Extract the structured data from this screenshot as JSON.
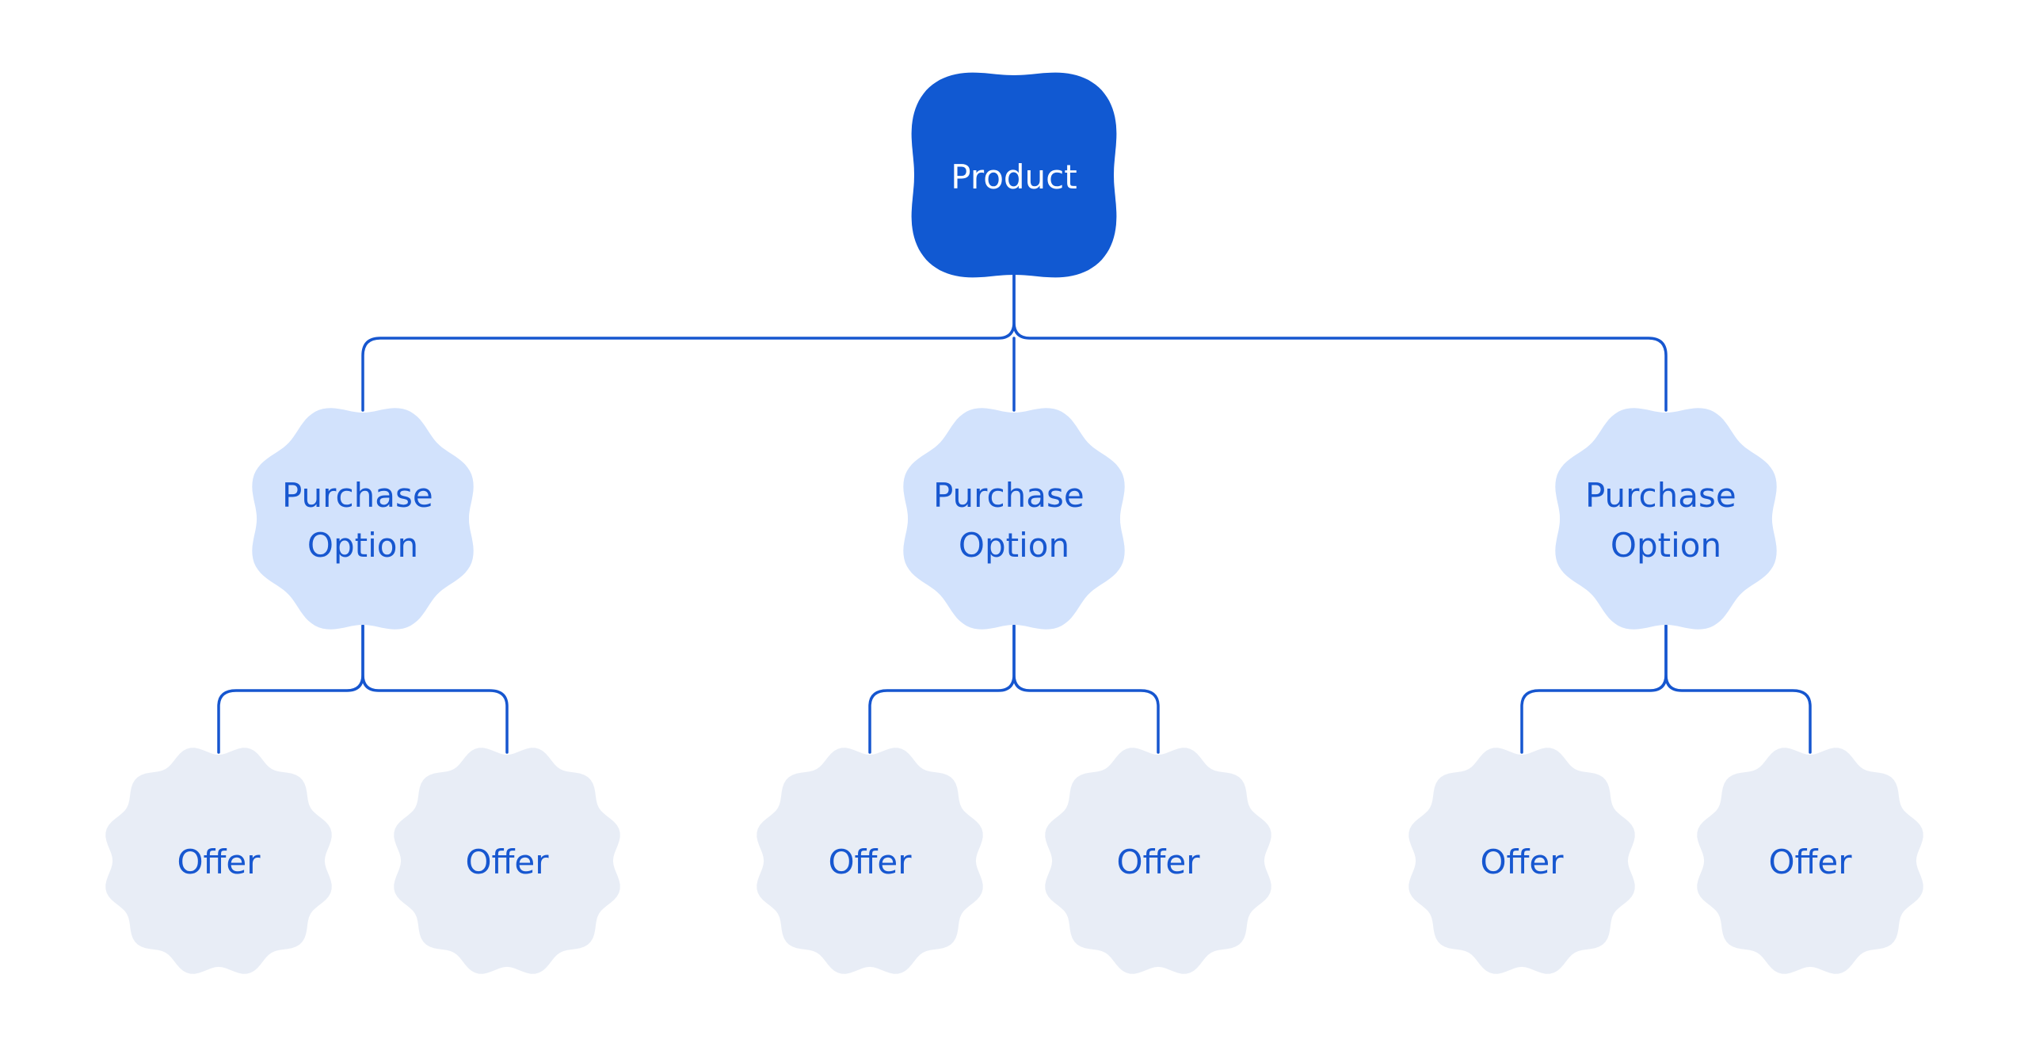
{
  "diagram": {
    "root": {
      "label": "Product"
    },
    "purchase_options": [
      {
        "line1": "Purchase",
        "line2": "Option"
      },
      {
        "line1": "Purchase",
        "line2": "Option"
      },
      {
        "line1": "Purchase",
        "line2": "Option"
      }
    ],
    "offers": [
      {
        "label": "Offer"
      },
      {
        "label": "Offer"
      },
      {
        "label": "Offer"
      },
      {
        "label": "Offer"
      },
      {
        "label": "Offer"
      },
      {
        "label": "Offer"
      }
    ]
  },
  "palette": {
    "background": "#FFFFFF",
    "product_fill": "#1159D2",
    "product_text": "#FFFFFF",
    "purchase_fill": "#D2E2FC",
    "offer_fill": "#E8EDF6",
    "connector": "#1656CF",
    "label_text": "#1757D0"
  }
}
